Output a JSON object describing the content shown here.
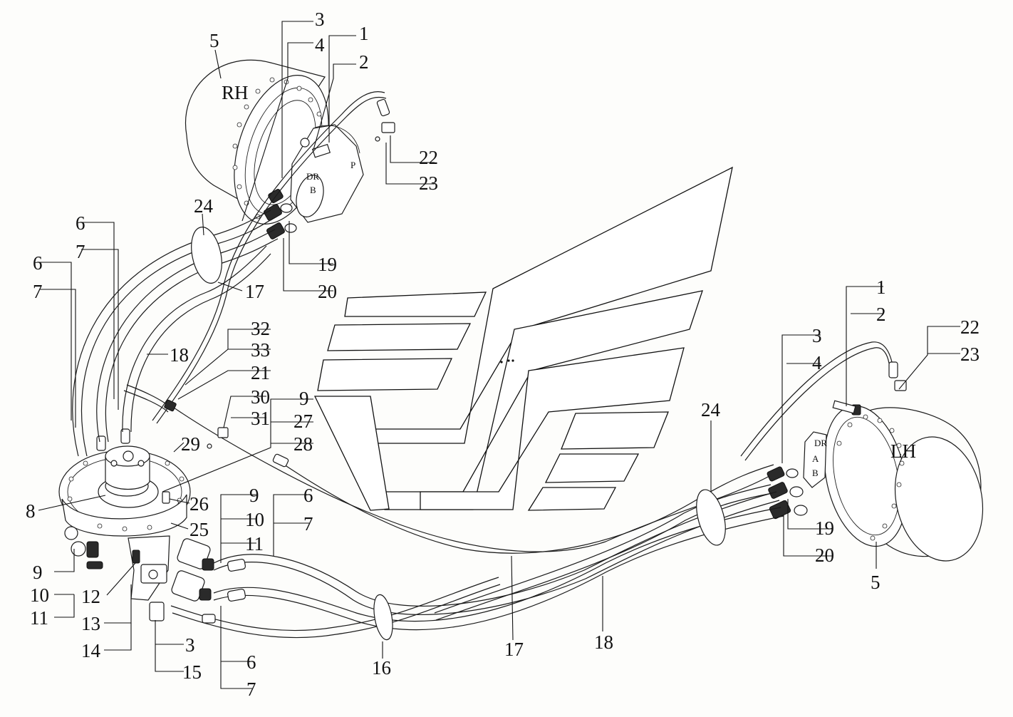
{
  "diagram": {
    "motor_tags": {
      "right": "RH",
      "left": "LH"
    },
    "port_tags": {
      "dr": "DR",
      "a": "A",
      "b": "B",
      "p": "P"
    },
    "callouts": {
      "c1": "1",
      "c2": "2",
      "c3": "3",
      "c4": "4",
      "c5": "5",
      "c6": "6",
      "c7": "7",
      "c8": "8",
      "c9": "9",
      "c10": "10",
      "c11": "11",
      "c12": "12",
      "c13": "13",
      "c14": "14",
      "c15": "15",
      "c16": "16",
      "c17": "17",
      "c18": "18",
      "c19": "19",
      "c20": "20",
      "c21": "21",
      "c22": "22",
      "c23": "23",
      "c24": "24",
      "c25": "25",
      "c26": "26",
      "c27": "27",
      "c28": "28",
      "c29": "29",
      "c30": "30",
      "c31": "31",
      "c32": "32",
      "c33": "33"
    }
  }
}
